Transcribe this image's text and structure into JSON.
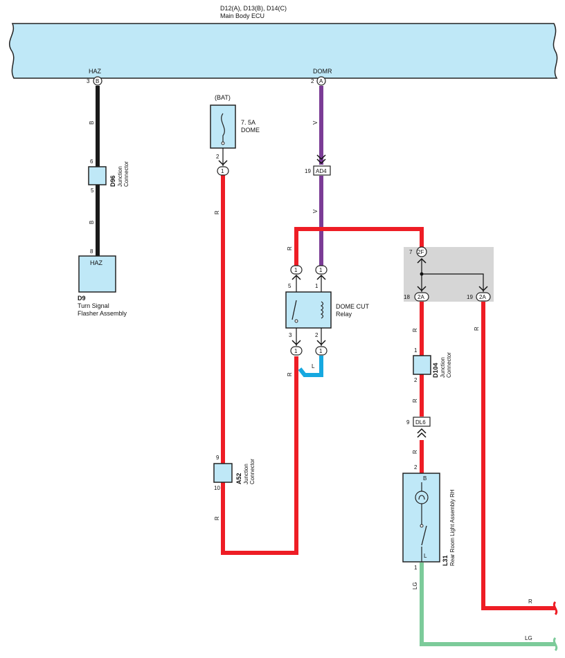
{
  "ecu": {
    "name": "D12(A), D13(B), D14(C)",
    "subtitle": "Main Body ECU",
    "haz": "HAZ",
    "domr": "DOMR",
    "pin_haz": "3",
    "conn_haz": "B",
    "pin_domr": "2",
    "conn_domr": "A"
  },
  "fuse": {
    "source": "(BAT)",
    "rating": "7. 5A",
    "name": "DOME",
    "pin": "2",
    "jp": "1"
  },
  "d96": {
    "name": "D96",
    "type1": "Junction",
    "type2": "Connector",
    "pin_top": "6",
    "pin_bot": "5"
  },
  "d9": {
    "name": "D9",
    "label1": "Turn Signal",
    "label2": "Flasher Assembly",
    "terminal": "HAZ",
    "pin": "8"
  },
  "ad4": {
    "pin": "19",
    "name": "AD4"
  },
  "relay": {
    "name": "DOME CUT",
    "name2": "Relay",
    "p5": "5",
    "p1": "1",
    "p3": "3",
    "p2": "2",
    "j": "1"
  },
  "grey": {
    "p7": "7",
    "c2f": "2F",
    "p18": "18",
    "c2a": "2A",
    "p19": "19"
  },
  "d104": {
    "name": "D104",
    "type1": "Junction",
    "type2": "Connector",
    "pin_top": "1",
    "pin_bot": "2"
  },
  "dl6": {
    "pin": "9",
    "name": "DL6"
  },
  "l31": {
    "name": "L31",
    "label": "Rear Room Light Assembly RH",
    "b": "B",
    "l": "L",
    "pin_top": "2",
    "pin_bot": "1"
  },
  "a52": {
    "name": "A52",
    "type1": "Junction",
    "type2": "Connector",
    "pin_top": "9",
    "pin_bot": "10"
  },
  "wires": {
    "b": "B",
    "v": "V",
    "r": "R",
    "l": "L",
    "lg": "LG"
  },
  "colors": {
    "red": "#ee1d25",
    "violet": "#7b3c96",
    "blue": "#16a8e0",
    "lightgreen": "#7ccb9a",
    "black": "#1a1a1a",
    "ecu_fill": "#bfe8f7",
    "grey": "#d6d6d6"
  }
}
